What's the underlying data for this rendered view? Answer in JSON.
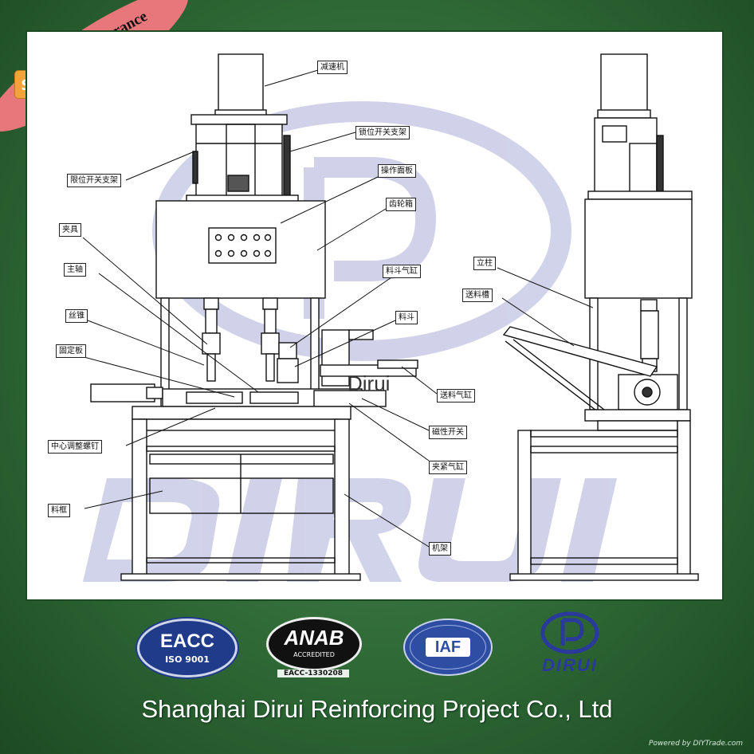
{
  "ribbon": {
    "label": "Trade Assurance",
    "icon": "dollar-icon",
    "symbol": "$"
  },
  "diagram": {
    "labels": {
      "reducer": "减速机",
      "limit_switch_bracket_top": "锁位开关支架",
      "limit_switch_bracket_left": "限位开关支架",
      "control_panel": "操作面板",
      "gearbox": "齿轮箱",
      "clamp": "夹具",
      "spindle": "主轴",
      "hopper_cylinder": "料斗气缸",
      "tap": "丝锥",
      "hopper": "料斗",
      "fixed_plate": "固定板",
      "column": "立柱",
      "feed_chute": "送料槽",
      "feed_cylinder": "送料气缸",
      "magnetic_switch": "磁性开关",
      "center_adjust_screw": "中心调整螺钉",
      "clamp_cylinder": "夹紧气缸",
      "material_frame": "料框",
      "machine_frame": "机架"
    },
    "watermark_text": "Dirui",
    "watermark_color": "#c9cbe6"
  },
  "logos": {
    "eacc": {
      "title": "EACC",
      "subtitle": "ISO 9001"
    },
    "anab": {
      "title": "ANAB",
      "subtitle": "ACCREDITED",
      "code": "EACC-1330208"
    },
    "iaf": {
      "title": "IAF"
    },
    "dirui": {
      "title": "DIRUI",
      "color": "#2a3a9c"
    }
  },
  "company_name": "Shanghai Dirui Reinforcing Project Co., Ltd",
  "credit": "Powered by DIYTrade.com"
}
